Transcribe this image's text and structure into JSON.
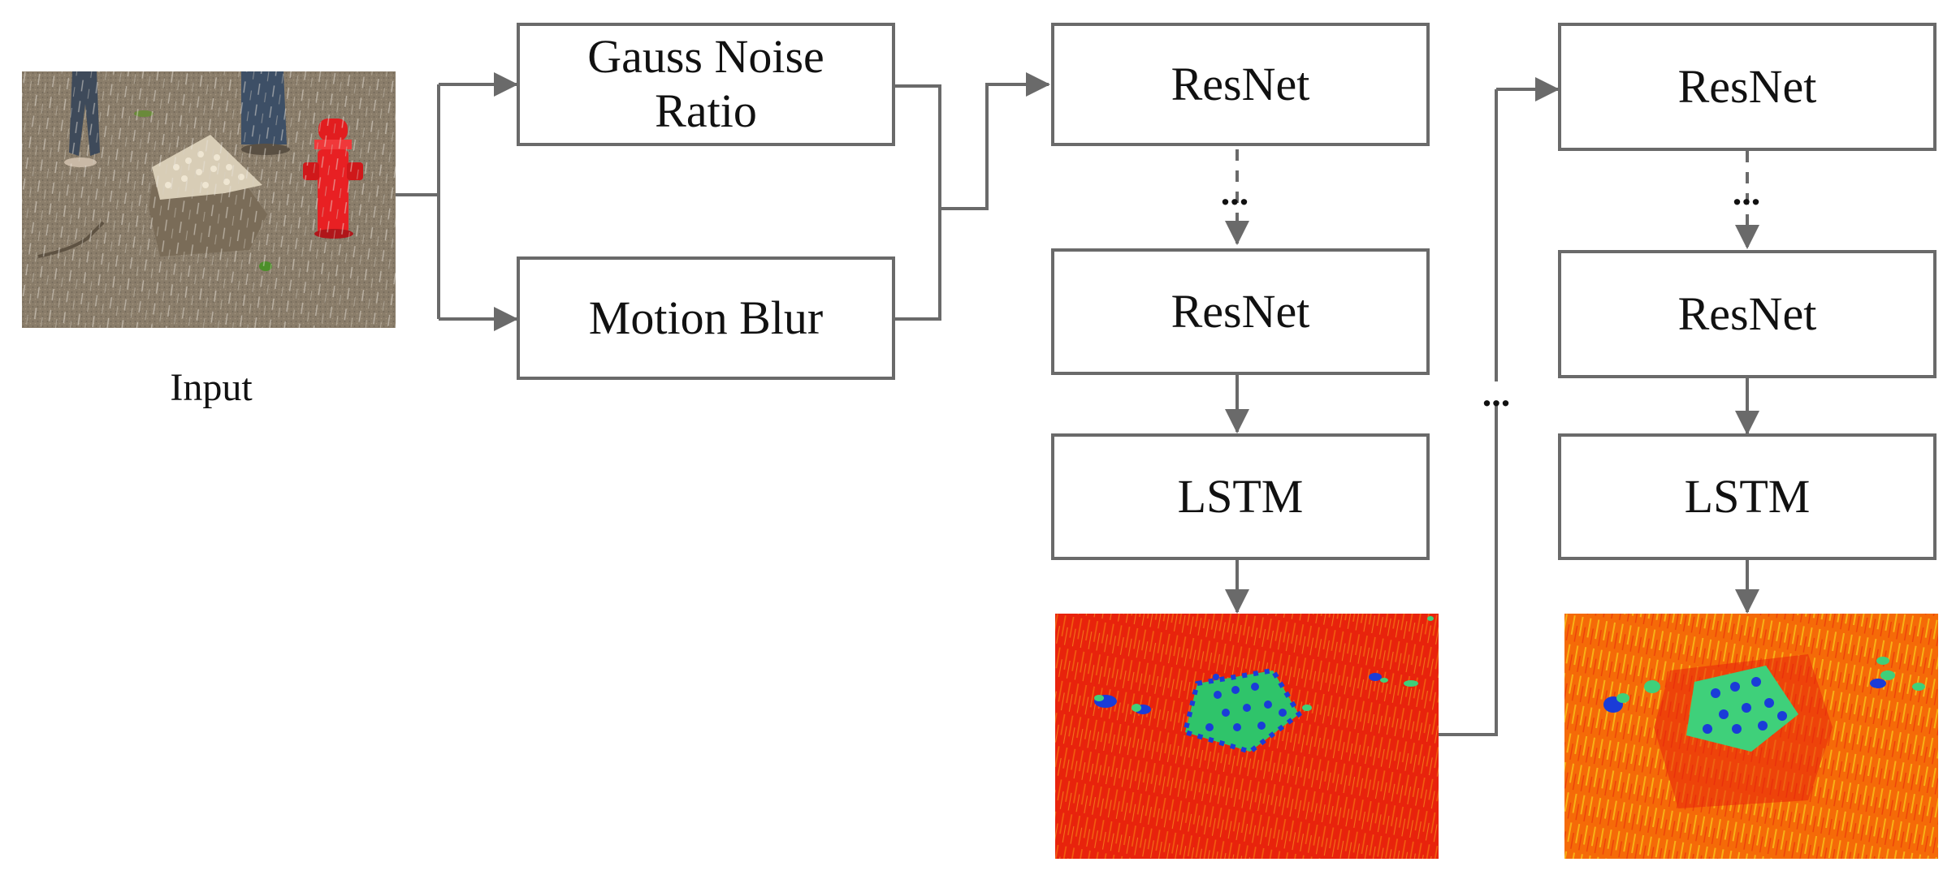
{
  "input_label": "Input",
  "preprocess": {
    "gauss_label": "Gauss Noise Ratio",
    "motion_label": "Motion Blur"
  },
  "stage1": {
    "resnet_top": "ResNet",
    "ellipsis": "...",
    "resnet_bottom": "ResNet",
    "lstm": "LSTM"
  },
  "between_ellipsis": "...",
  "stage2": {
    "resnet_top": "ResNet",
    "ellipsis": "...",
    "resnet_bottom": "ResNet",
    "lstm": "LSTM"
  },
  "colors": {
    "line": "#6a6a6a",
    "box_border": "#6a6a6a",
    "heat_red": "#e8230c",
    "heat_orange": "#f56a08",
    "heat_yellow": "#f8c81a",
    "heat_green": "#3fd07a",
    "heat_blue": "#1a3cd8",
    "sand": "#8a7d6a"
  }
}
